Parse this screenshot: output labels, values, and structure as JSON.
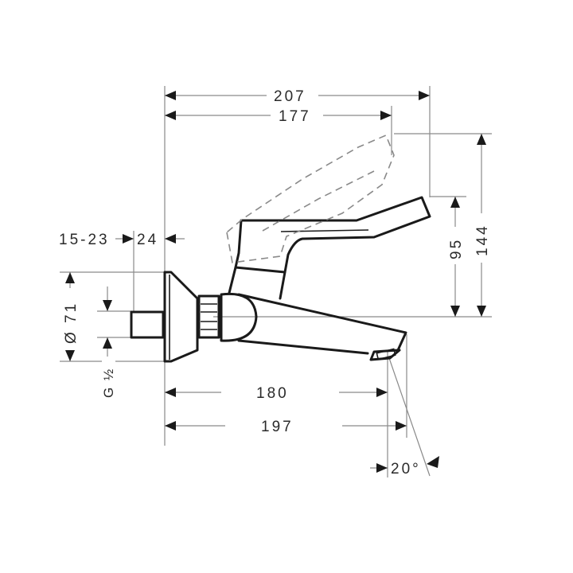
{
  "drawing": {
    "title": "Wall-mounted single lever basin mixer – dimension drawing",
    "units": "mm",
    "colors": {
      "outline": "#1a1a1a",
      "dimension_line": "#8a8a8a",
      "background": "#ffffff"
    },
    "dimensions": {
      "overall_length_top": "207",
      "handle_reach": "177",
      "wall_offset_range": "15-23",
      "flange_depth": "24",
      "flange_diameter": "Ø 71",
      "connection_thread": "G ½",
      "handle_height_closed": "95",
      "handle_height_open": "144",
      "spout_reach_outlet": "180",
      "spout_reach_tip": "197",
      "outlet_angle": "20°"
    },
    "views": {
      "lever_closed": "solid outline",
      "lever_open": "dashed outline"
    }
  }
}
